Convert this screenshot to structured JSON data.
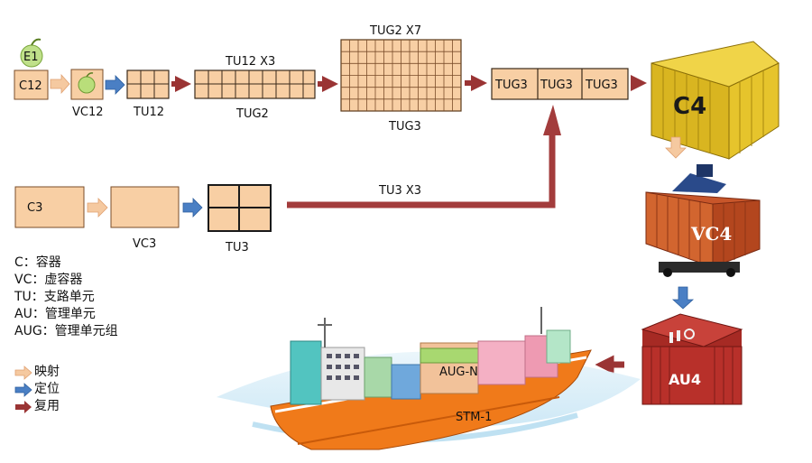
{
  "labels": {
    "e1": "E1",
    "c12": "C12",
    "vc12": "VC12",
    "tu12": "TU12",
    "tu12x3": "TU12   X3",
    "tug2": "TUG2",
    "tug2x7": "TUG2   X7",
    "tug3": "TUG3",
    "tug3_cell": "TUG3",
    "c4": "C4",
    "c3": "C3",
    "vc3": "VC3",
    "tu3": "TU3",
    "tu3x3": "TU3   X3",
    "vc4": "VC4",
    "au4": "AU4",
    "aug_n": "AUG-N",
    "stm1": "STM-1"
  },
  "legend": {
    "defs": [
      "C：容器",
      "VC：虚容器",
      "TU：支路单元",
      "AU：管理单元",
      "AUG：管理单元组"
    ],
    "arrows": [
      {
        "label": "映射",
        "color": "#f5c9a0"
      },
      {
        "label": "定位",
        "color": "#4a7fc4"
      },
      {
        "label": "复用",
        "color": "#9a3434"
      }
    ]
  },
  "colors": {
    "box_fill": "#f8cfa4",
    "box_stroke": "#7a4d2a",
    "mux_arrow": "#9a3434",
    "map_arrow": "#f5c9a0",
    "align_arrow": "#4a7fc4",
    "container_yellow": "#d8b41c",
    "container_orange": "#c8562a",
    "container_red": "#b8302a",
    "ship_hull": "#f07a1a"
  }
}
